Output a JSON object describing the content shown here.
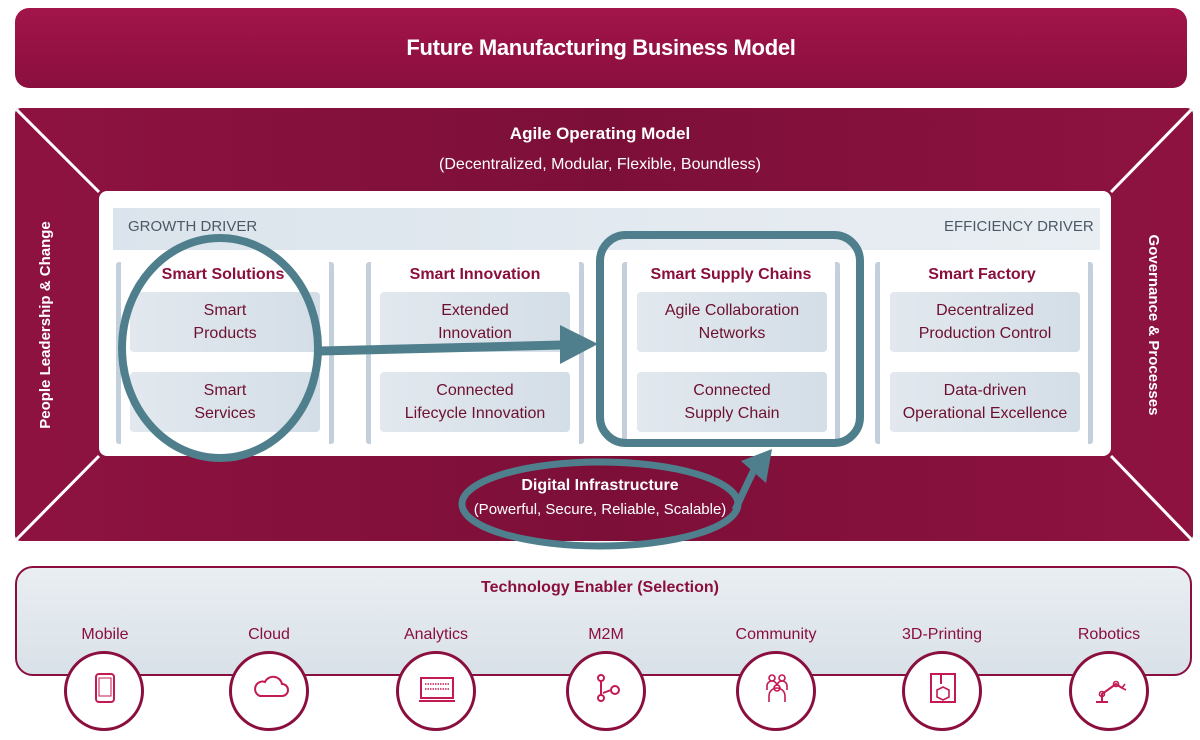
{
  "title": "Future Manufacturing Business Model",
  "agile": {
    "title": "Agile Operating Model",
    "subtitle": "(Decentralized, Modular, Flexible, Boundless)"
  },
  "sides": {
    "left": "People Leadership & Change",
    "right": "Governance & Processes"
  },
  "drivers": {
    "growth": "GROWTH DRIVER",
    "efficiency": "EFFICIENCY DRIVER"
  },
  "columns": [
    {
      "title": "Smart Solutions",
      "cells": [
        [
          "Smart",
          "Products"
        ],
        [
          "Smart",
          "Services"
        ]
      ]
    },
    {
      "title": "Smart Innovation",
      "cells": [
        [
          "Extended",
          "Innovation"
        ],
        [
          "Connected",
          "Lifecycle Innovation"
        ]
      ]
    },
    {
      "title": "Smart Supply Chains",
      "cells": [
        [
          "Agile Collaboration",
          "Networks"
        ],
        [
          "Connected",
          "Supply Chain"
        ]
      ]
    },
    {
      "title": "Smart Factory",
      "cells": [
        [
          "Decentralized",
          "Production Control"
        ],
        [
          "Data-driven",
          "Operational Excellence"
        ]
      ]
    }
  ],
  "infrastructure": {
    "title": "Digital Infrastructure",
    "subtitle": "(Powerful, Secure, Reliable, Scalable)"
  },
  "technology": {
    "title": "Technology Enabler (Selection)",
    "items": [
      {
        "label": "Mobile",
        "icon": "mobile-icon"
      },
      {
        "label": "Cloud",
        "icon": "cloud-icon"
      },
      {
        "label": "Analytics",
        "icon": "analytics-icon"
      },
      {
        "label": "M2M",
        "icon": "m2m-icon"
      },
      {
        "label": "Community",
        "icon": "community-icon"
      },
      {
        "label": "3D-Printing",
        "icon": "3d-printing-icon"
      },
      {
        "label": "Robotics",
        "icon": "robotics-icon"
      }
    ]
  },
  "colors": {
    "brand": "#8a0f3e",
    "annotation": "#4f7f8c",
    "panel": "#dbe4ec"
  }
}
